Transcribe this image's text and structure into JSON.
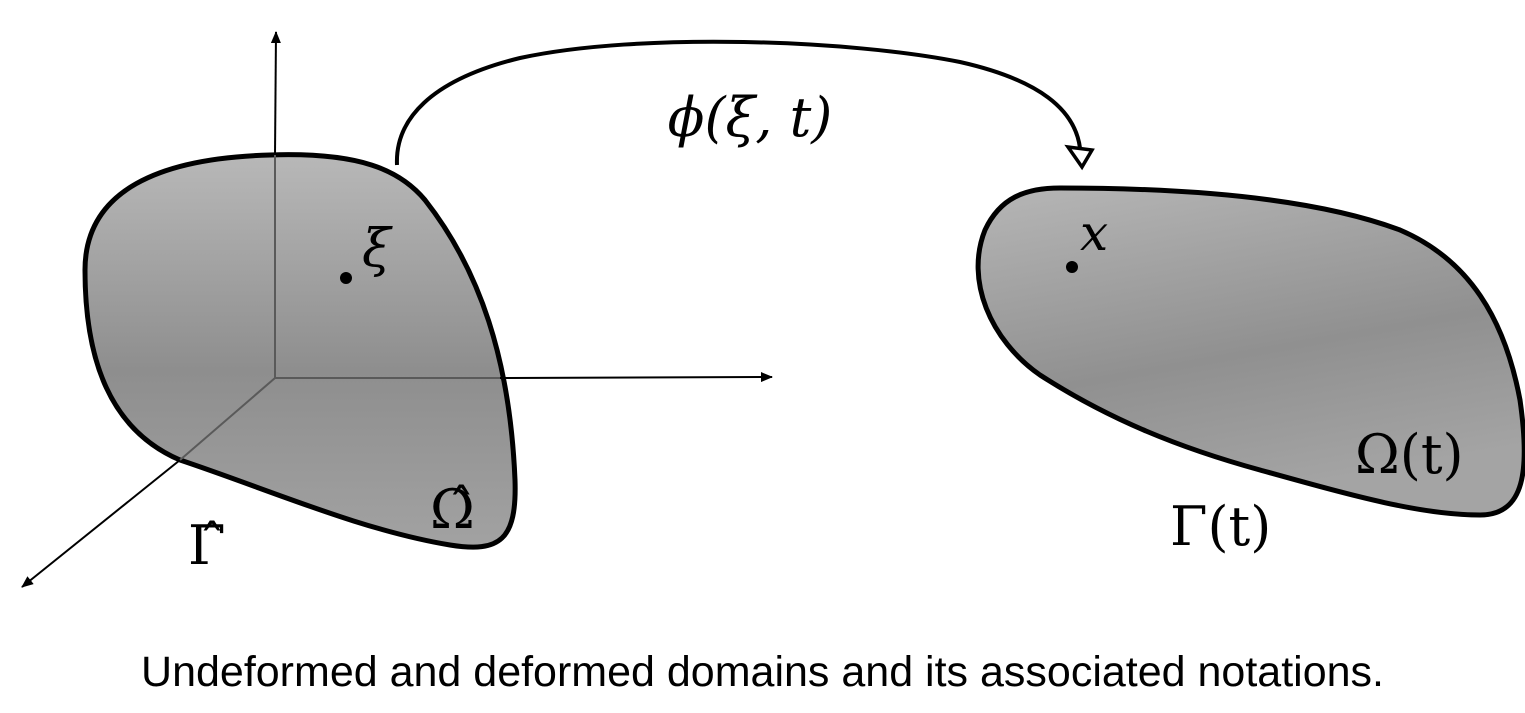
{
  "labels": {
    "map": "ϕ(ξ, t)",
    "point_ref": "ξ",
    "point_def": "x",
    "domain_ref": "Ω̂",
    "boundary_ref": "Γ̂",
    "domain_def": "Ω(t)",
    "boundary_def": "Γ(t)"
  },
  "caption": "Undeformed and deformed domains and its associated notations.",
  "colors": {
    "domain_fill_light": "#b4b4b4",
    "domain_fill_dark": "#8c8c8c",
    "outline": "#000000"
  }
}
